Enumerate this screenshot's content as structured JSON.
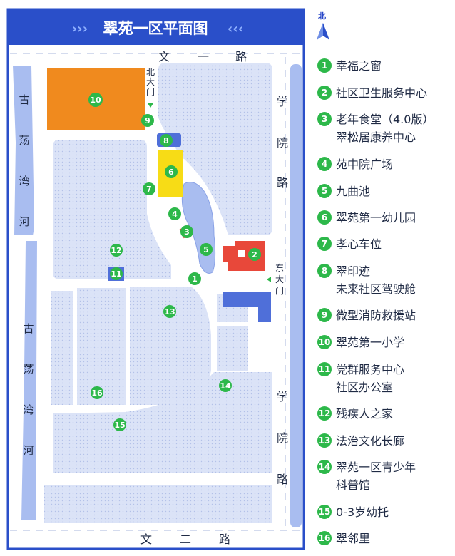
{
  "map": {
    "title": "翠苑一区平面图",
    "title_deco_left": "›››",
    "title_deco_right": "‹‹‹",
    "roads": {
      "top": [
        "文",
        "一",
        "路"
      ],
      "bottom": [
        "文",
        "二",
        "路"
      ],
      "right_upper": [
        "学",
        "院",
        "路"
      ],
      "right_lower": [
        "学",
        "院",
        "路"
      ],
      "left_upper": [
        "古",
        "荡",
        "湾",
        "河"
      ],
      "left_lower": [
        "古",
        "荡",
        "湾",
        "河"
      ]
    },
    "gates": {
      "north": [
        "北",
        "大",
        "门"
      ],
      "east": [
        "东",
        "大",
        "门"
      ]
    },
    "markers": [
      "1",
      "2",
      "3",
      "4",
      "5",
      "6",
      "7",
      "8",
      "9",
      "10",
      "11",
      "12",
      "13",
      "14",
      "15",
      "16"
    ],
    "colors": {
      "frame": "#2a4fc9",
      "title_bg": "#2a4fc9",
      "block_fill": "#d9e2f6",
      "river": "#a9bdf0",
      "school": "#f08a1e",
      "kindergarten": "#f7dc16",
      "health_center": "#e8483a",
      "building_blue": "#4f6fd9",
      "marker": "#2db84a"
    }
  },
  "compass": {
    "label": "北"
  },
  "legend": [
    {
      "num": "1",
      "lines": [
        "幸福之窗"
      ]
    },
    {
      "num": "2",
      "lines": [
        "社区卫生服务中心"
      ]
    },
    {
      "num": "3",
      "lines": [
        "老年食堂（4.0版）",
        "翠松居康养中心"
      ]
    },
    {
      "num": "4",
      "lines": [
        "苑中院广场"
      ]
    },
    {
      "num": "5",
      "lines": [
        "九曲池"
      ]
    },
    {
      "num": "6",
      "lines": [
        "翠苑第一幼儿园"
      ]
    },
    {
      "num": "7",
      "lines": [
        "孝心车位"
      ]
    },
    {
      "num": "8",
      "lines": [
        "翠印迹",
        "未来社区驾驶舱"
      ]
    },
    {
      "num": "9",
      "lines": [
        "微型消防救援站"
      ]
    },
    {
      "num": "10",
      "lines": [
        "翠苑第一小学"
      ]
    },
    {
      "num": "11",
      "lines": [
        "党群服务中心",
        "社区办公室"
      ]
    },
    {
      "num": "12",
      "lines": [
        "残疾人之家"
      ]
    },
    {
      "num": "13",
      "lines": [
        "法治文化长廊"
      ]
    },
    {
      "num": "14",
      "lines": [
        "翠苑一区青少年",
        "科普馆"
      ]
    },
    {
      "num": "15",
      "lines": [
        "0-3岁幼托"
      ]
    },
    {
      "num": "16",
      "lines": [
        "翠邻里"
      ]
    }
  ]
}
